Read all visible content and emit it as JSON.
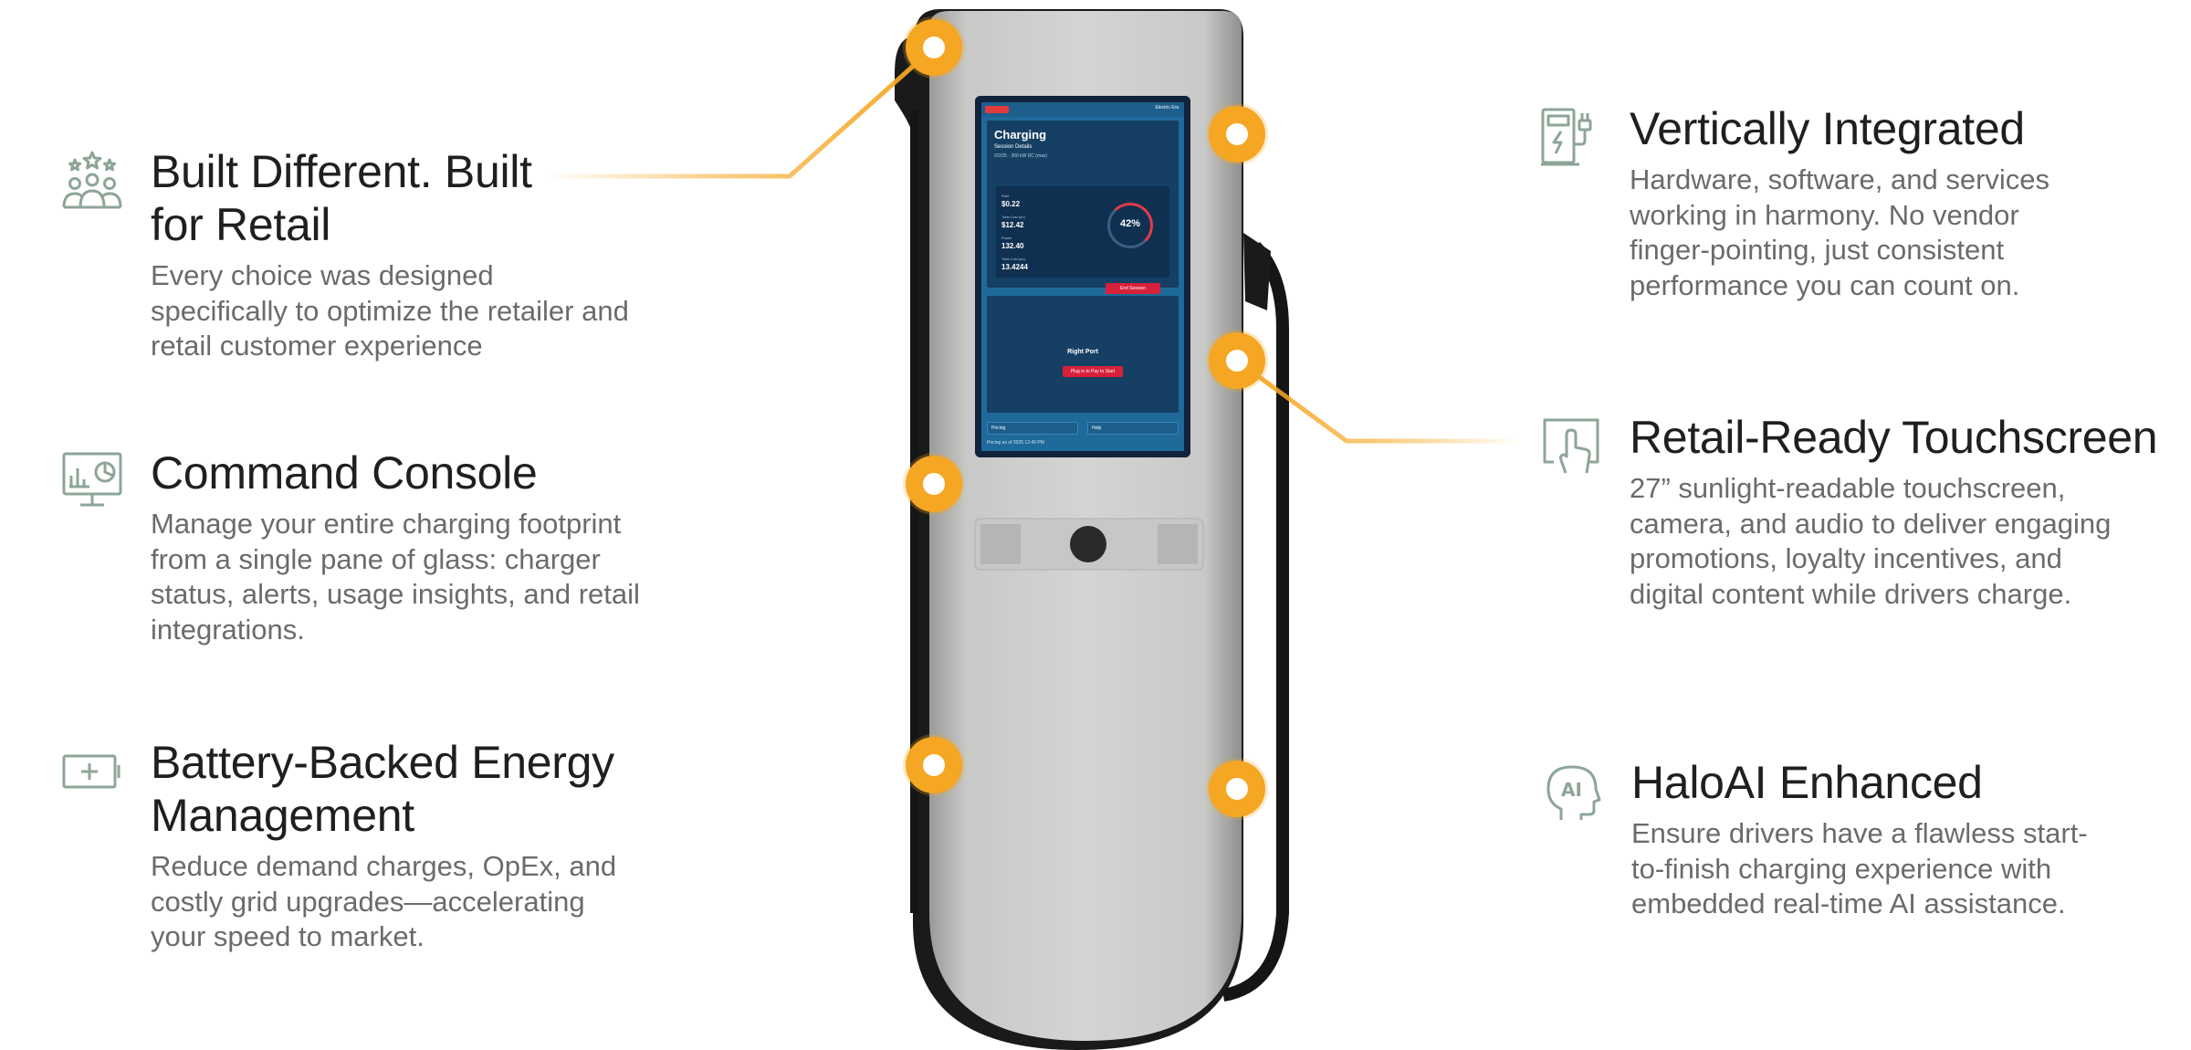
{
  "features": {
    "left": [
      {
        "icon": "people-stars-icon",
        "title": "Built Different. Built for Retail",
        "body": "Every choice was designed specifically to optimize the retailer and retail customer experience"
      },
      {
        "icon": "monitor-chart-icon",
        "title": "Command Console",
        "body": "Manage your entire charging footprint from a single pane of glass: charger status, alerts, usage insights, and retail integrations."
      },
      {
        "icon": "battery-icon",
        "title": "Battery-Backed Energy Management",
        "body": "Reduce demand charges, OpEx, and costly grid upgrades—accelerating your speed to market."
      }
    ],
    "right": [
      {
        "icon": "ev-charger-plug-icon",
        "title": "Vertically Integrated",
        "body": "Hardware, software, and services working in harmony. No vendor finger-pointing, just consistent performance you can count on."
      },
      {
        "icon": "touch-hand-icon",
        "title": "Retail-Ready Touchscreen",
        "body": "27” sunlight-readable touchscreen, camera, and audio to deliver engaging promotions, loyalty incentives, and digital content while drivers charge."
      },
      {
        "icon": "ai-head-icon",
        "title": "HaloAI Enhanced",
        "body": "Ensure drivers have a flawless start-to-finish charging experience with embedded real-time AI assistance."
      }
    ]
  },
  "screen": {
    "brand": "Electric Era",
    "title": "Charging",
    "session_label": "Session Details",
    "session_sub": "2/2/25 · 300 kW DC (max)",
    "rows": [
      {
        "label": "Rate",
        "value": "$0.22"
      },
      {
        "label": "Total Cost (so)",
        "value": "$12.42"
      },
      {
        "label": "Power",
        "value": "132.40"
      },
      {
        "label": "Total Cost (so)",
        "value": "13.4244"
      }
    ],
    "percent": "42%",
    "end_button": "End Session",
    "port_label": "Right Port",
    "port_button": "Plug in to Pay to Start",
    "select_left": "Pricing",
    "select_right": "Help",
    "footer": "Pricing as of 2025 12:40 PM"
  },
  "colors": {
    "accent": "#f5a623",
    "icon": "#8da597",
    "title": "#1f1f1f",
    "body": "#6b6b6b"
  }
}
